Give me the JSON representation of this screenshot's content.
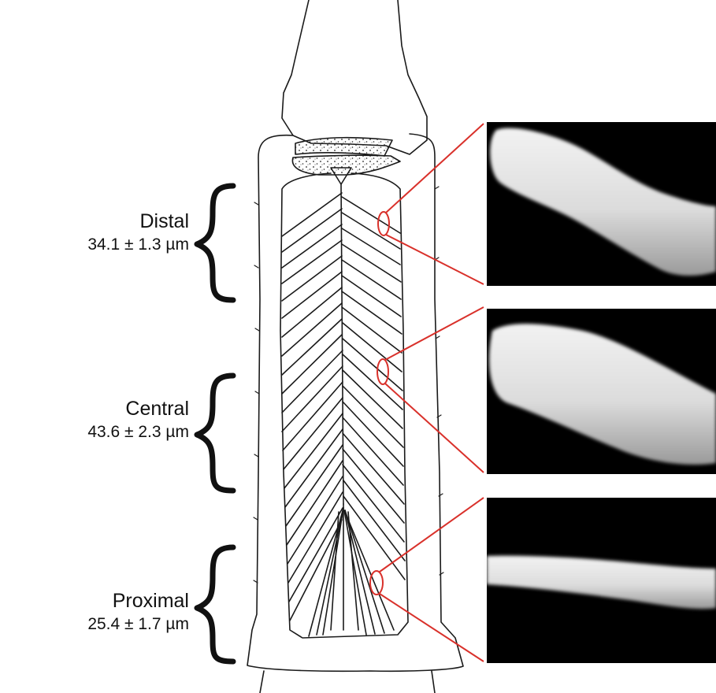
{
  "regions": [
    {
      "name": "Distal",
      "diameter": "34.1 ± 1.3 µm"
    },
    {
      "name": "Central",
      "diameter": "43.6 ± 2.3 µm"
    },
    {
      "name": "Proximal",
      "diameter": "25.4 ± 1.7 µm"
    }
  ],
  "colors": {
    "drawing_line": "#1a1a1a",
    "callout": "#d9312b",
    "micrograph_background": "#000000",
    "fiber": "#dcdcdc",
    "page_background": "#ffffff"
  }
}
